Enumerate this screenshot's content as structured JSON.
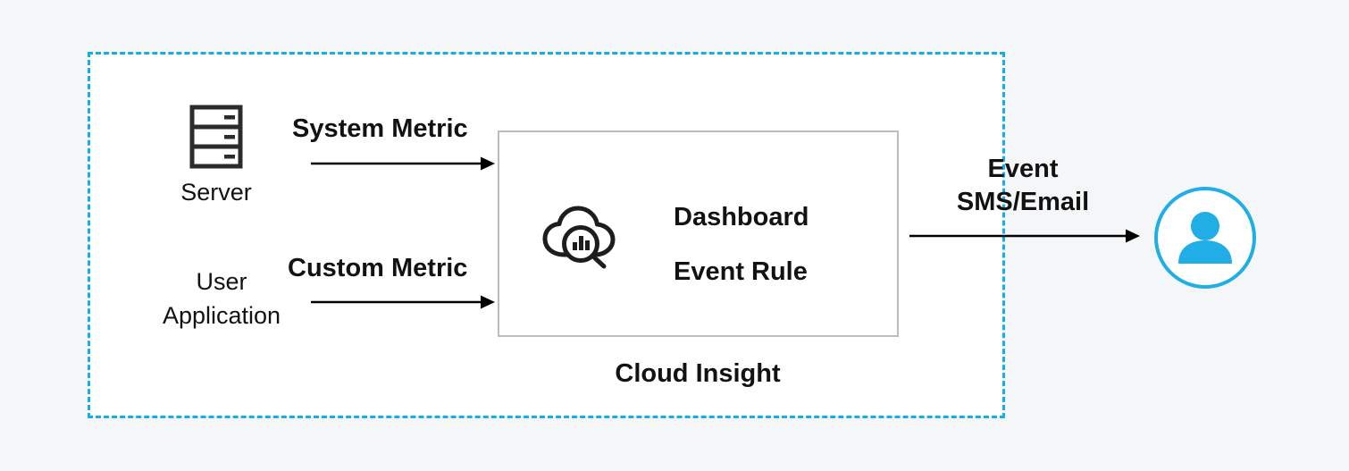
{
  "diagram": {
    "title": "Cloud Insight monitoring flow",
    "background_color": "#f4f6f8",
    "accent_color": "#12afe8",
    "boundary": {
      "name": "cloud-insight-region",
      "border_style": "dashed",
      "border_color": "#12afe8"
    },
    "nodes": {
      "server": {
        "label": "Server",
        "icon": "server-rack-icon"
      },
      "user_application": {
        "label_line1": "User",
        "label_line2": "Application"
      },
      "cloud_insight": {
        "caption": "Cloud Insight",
        "icon": "cloud-analytics-magnifier-icon",
        "items": [
          "Dashboard",
          "Event Rule"
        ],
        "border_color": "#bcbcbc"
      },
      "recipient": {
        "icon": "user-avatar-icon",
        "circle_color": "#21ade5"
      }
    },
    "edges": [
      {
        "label": "System Metric",
        "from": "server",
        "to": "cloud_insight"
      },
      {
        "label": "Custom Metric",
        "from": "user_application",
        "to": "cloud_insight"
      },
      {
        "label_line1": "Event",
        "label_line2": "SMS/Email",
        "from": "cloud_insight",
        "to": "recipient"
      }
    ]
  }
}
